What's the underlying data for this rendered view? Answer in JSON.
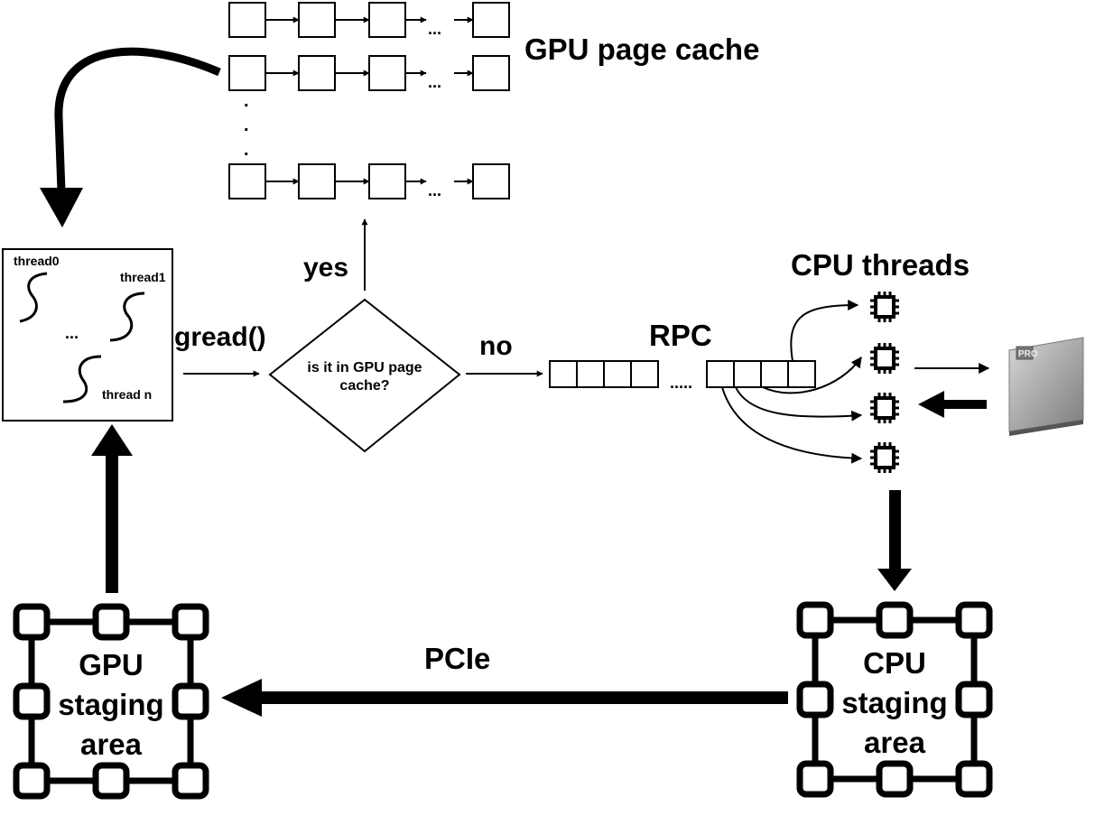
{
  "page_cache": {
    "title": "GPU page cache",
    "ellipsis": "...",
    "vertical_dots": "."
  },
  "threads_box": {
    "thread0": "thread0",
    "thread1": "thread1",
    "threadn": "thread n",
    "ellipsis": "..."
  },
  "gread_label": "gread()",
  "decision": {
    "line1": "is it in GPU page",
    "line2": "cache?"
  },
  "yes_label": "yes",
  "no_label": "no",
  "rpc": {
    "label": "RPC",
    "dots": "....."
  },
  "cpu_threads_label": "CPU threads",
  "gpu_staging": {
    "line1": "GPU",
    "line2": "staging",
    "line3": "area"
  },
  "cpu_staging": {
    "line1": "CPU",
    "line2": "staging",
    "line3": "area"
  },
  "pcie_label": "PCIe",
  "ssd_brand": "PRO"
}
